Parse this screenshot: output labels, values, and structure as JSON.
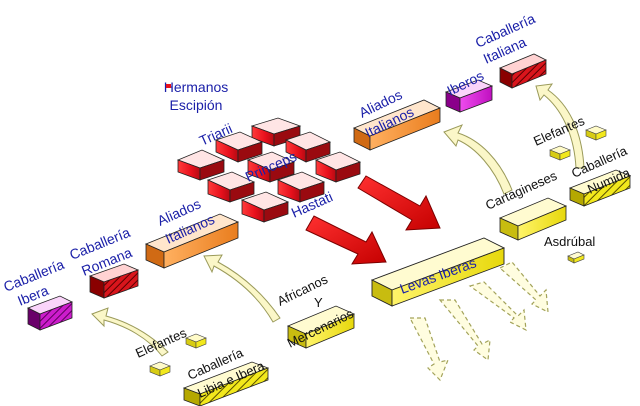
{
  "labels": {
    "hermanos_escipion_1": "Hermanos",
    "hermanos_escipion_2": "Escipión",
    "triarii": "Triarii",
    "princeps": "Princeps",
    "hastati": "Hastati",
    "aliados_italianos_left_1": "Aliados",
    "aliados_italianos_left_2": "Italianos",
    "caballeria_romana_1": "Caballería",
    "caballeria_romana_2": "Romana",
    "caballeria_ibera_1": "Caballería",
    "caballeria_ibera_2": "Ibera",
    "aliados_italianos_top_1": "Aliados",
    "aliados_italianos_top_2": "Italianos",
    "iberos": "Iberos",
    "caballeria_italiana_1": "Caballería",
    "caballeria_italiana_2": "Italiana",
    "elefantes_right": "Elefantes",
    "caballeria_numida_1": "Caballería",
    "caballeria_numida_2": "Numida",
    "cartagineses": "Cartagineses",
    "asdrubal": "Asdrúbal",
    "africanos_1": "Africanos",
    "africanos_2": "Y",
    "africanos_3": "Mercenarios",
    "levas_iberas": "Levas Iberas",
    "elefantes_left": "Elefantes",
    "caballeria_libia_1": "Caballería",
    "caballeria_libia_2": "Libia e Ibera"
  },
  "colors": {
    "red": "#e8101c",
    "orange": "#f3902e",
    "magenta": "#d81fd8",
    "yellow": "#f2e81c",
    "text_blue": "#1a1fa8",
    "arrow_fill": "#fbf7c8",
    "arrow_stroke": "#9a9a5a"
  }
}
